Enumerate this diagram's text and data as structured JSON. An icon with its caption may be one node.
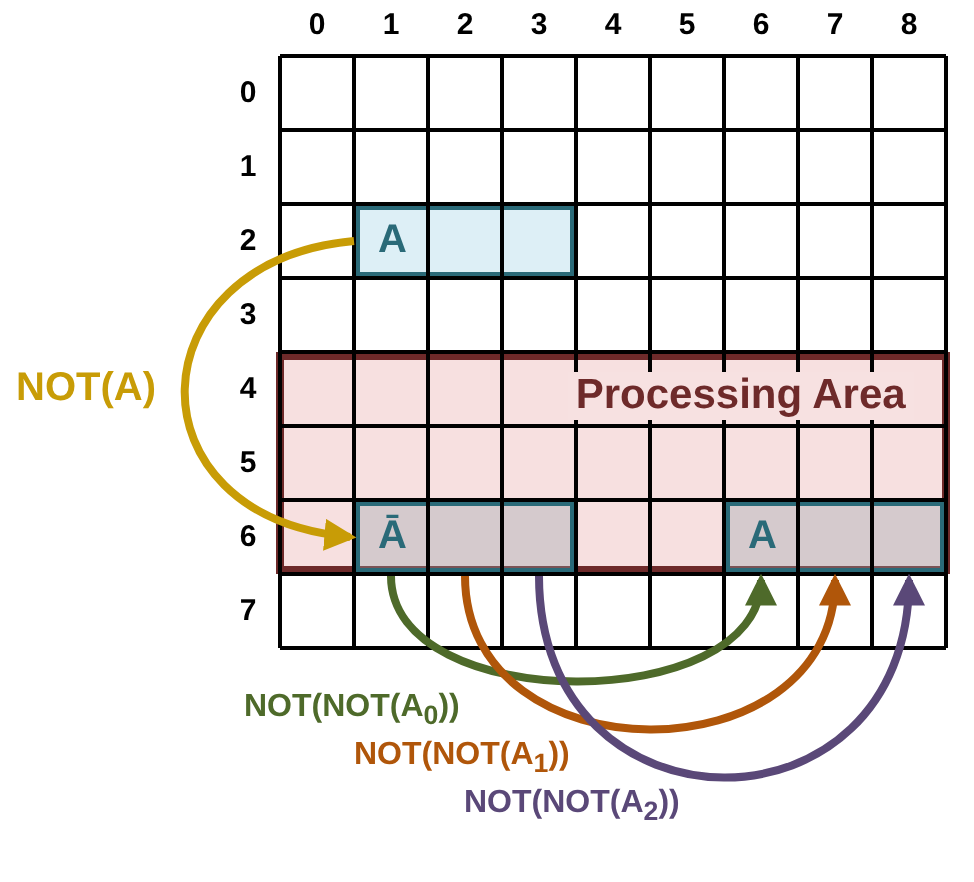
{
  "diagram": {
    "nodes": [
      {
        "text": [
          "A"
        ]
      },
      {
        "text": [
          "Processing Area"
        ]
      },
      {
        "text": [
          "Ā"
        ],
        "in": 1
      },
      {
        "text": [
          "A"
        ],
        "in": 1
      }
    ],
    "edges": [
      {
        "from": 0,
        "to": 2,
        "arrow": "to",
        "label": "NOT(A)",
        "color": "#c89c06"
      },
      {
        "from": 2,
        "to": 3,
        "arrow": "to",
        "label": "NOT(NOT(A$_{0}$))",
        "color": "#4e6a2a"
      },
      {
        "from": 2,
        "to": 3,
        "arrow": "to",
        "label": "NOT(NOT(A$_{1}$))",
        "color": "#b0560a"
      },
      {
        "from": 2,
        "to": 3,
        "arrow": "to",
        "label": "NOT(NOT(A$_{2}$))",
        "color": "#5a4878"
      }
    ],
    "labels": [
      "0",
      "1",
      "2",
      "3",
      "4",
      "5",
      "6",
      "7",
      "8",
      "0",
      "1",
      "2",
      "3",
      "4",
      "5",
      "6",
      "7"
    ]
  }
}
